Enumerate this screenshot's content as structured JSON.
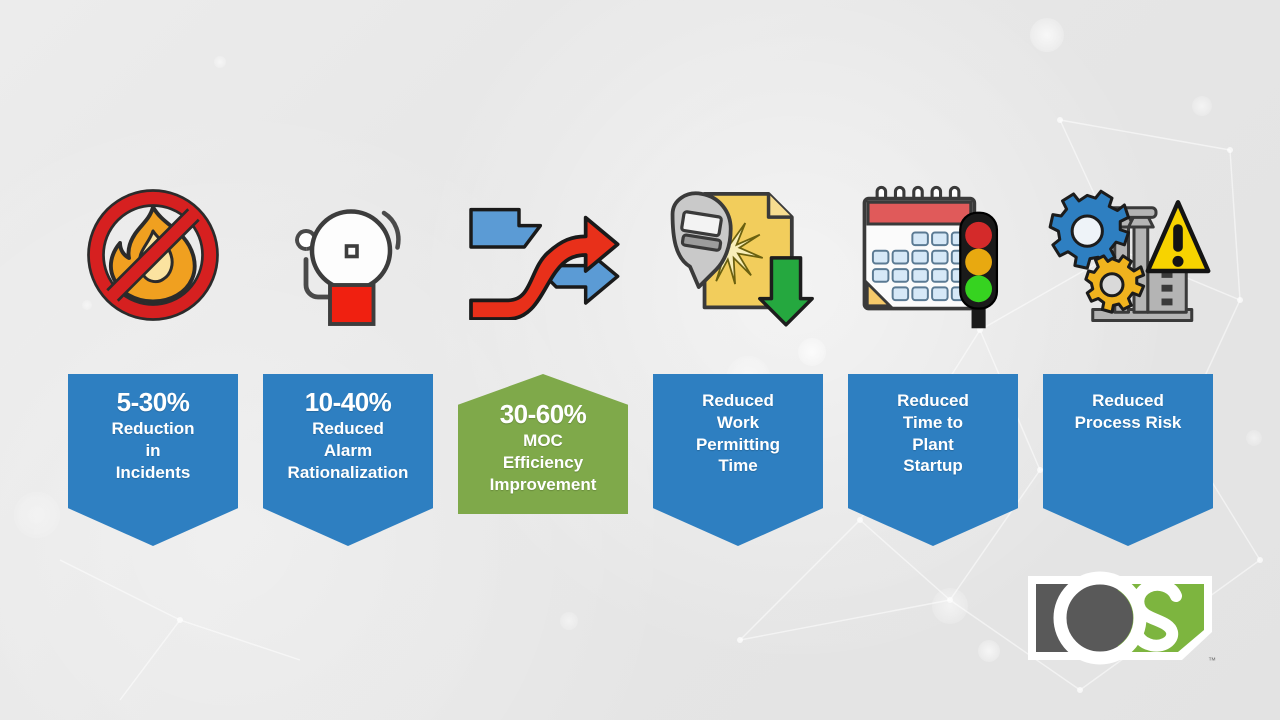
{
  "background": {
    "base_color": "#e9e9e9",
    "style": "light gray gradient with faint network lines and white bokeh circles"
  },
  "colors": {
    "blue_banner": "#2e7fc1",
    "green_banner": "#7fa94a",
    "banner_text": "#ffffff",
    "logo_gray": "#595959",
    "logo_green": "#7db53f",
    "fire_red": "#d62020",
    "flame_orange": "#f0a020",
    "alarm_red": "#f02010",
    "arrow_red": "#e8301a",
    "arrow_blue": "#5b9bd5",
    "document_yellow": "#f2cd5c",
    "down_arrow_green": "#25a83f",
    "calendar_red": "#e05a5a",
    "warning_yellow": "#f7d300",
    "gear_blue": "#2e7fc1",
    "gear_yellow": "#f0b31e",
    "plant_gray": "#b0b0b0"
  },
  "icons": [
    {
      "name": "no-fire-icon",
      "alt": "No fire / fire prohibited"
    },
    {
      "name": "alarm-bell-icon",
      "alt": "Alarm bell ringing"
    },
    {
      "name": "shuffle-arrows-icon",
      "alt": "Crossing red and blue arrows (management of change)"
    },
    {
      "name": "welding-permit-icon",
      "alt": "Welding helmet over permit document with green down arrow"
    },
    {
      "name": "calendar-traffic-light-icon",
      "alt": "Calendar with traffic light"
    },
    {
      "name": "gears-plant-warning-icon",
      "alt": "Gears, industrial plant and warning triangle"
    }
  ],
  "banners": [
    {
      "id": "reduction-in-incidents",
      "percent": "5-30%",
      "label": "Reduction\nin\nIncidents",
      "color": "blue",
      "shape": "down-point"
    },
    {
      "id": "reduced-alarm-rationalization",
      "percent": "10-40%",
      "label": "Reduced\nAlarm\nRationalization",
      "color": "blue",
      "shape": "down-point"
    },
    {
      "id": "moc-efficiency-improvement",
      "percent": "30-60%",
      "label": "MOC\nEfficiency\nImprovement",
      "color": "green",
      "shape": "up-point"
    },
    {
      "id": "reduced-work-permitting-time",
      "percent": "",
      "label": "Reduced\nWork\nPermitting\nTime",
      "color": "blue",
      "shape": "down-point"
    },
    {
      "id": "reduced-time-to-plant-startup",
      "percent": "",
      "label": "Reduced\nTime to\nPlant\nStartup",
      "color": "blue",
      "shape": "down-point"
    },
    {
      "id": "reduced-process-risk",
      "percent": "",
      "label": "Reduced\nProcess Risk",
      "color": "blue",
      "shape": "down-point"
    }
  ],
  "logo": {
    "name": "os-logo",
    "letters": "OS",
    "trademark": "™"
  }
}
